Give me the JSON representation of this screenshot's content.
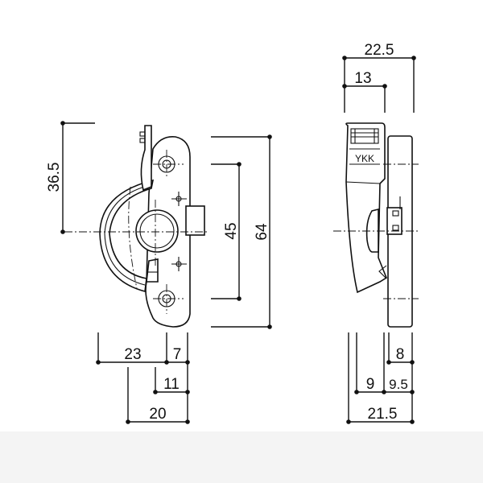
{
  "title": "YKK crescent lock dimension drawing",
  "logo_text": "YKK",
  "front_view": {
    "dimensions": {
      "height_to_center": "36.5",
      "screw_pitch": "45",
      "overall_height": "64",
      "handle_reach": "23",
      "plate_to_edge": "7",
      "offset_11": "11",
      "offset_20": "20"
    }
  },
  "side_view": {
    "dimensions": {
      "overall_depth": "22.5",
      "handle_depth": "13",
      "plate_thickness": "8",
      "depth_9": "9",
      "depth_9_5": "9.5",
      "depth_21_5": "21.5"
    }
  }
}
